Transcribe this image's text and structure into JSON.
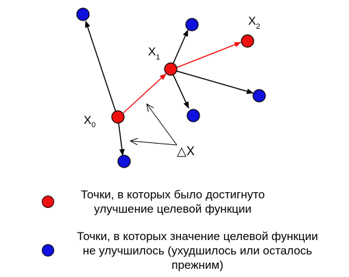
{
  "colors": {
    "improved": "#ee1111",
    "not_improved": "#1111dd",
    "red_arrow": "#ee1111",
    "black_arrow": "#000000"
  },
  "labels": {
    "x0": {
      "base": "X",
      "sub": "0"
    },
    "x1": {
      "base": "X",
      "sub": "1"
    },
    "x2": {
      "base": "X",
      "sub": "2"
    },
    "delta_x": "△X"
  },
  "legend": {
    "improved": {
      "line1": "Точки, в которых было достигнуто",
      "line2": "улучшение целевой функции"
    },
    "not_improved": {
      "line1": "Точки, в которых значение целевой функции",
      "line2": "не улучшилось (ухудшилось или осталось",
      "line3": "прежним)"
    }
  }
}
